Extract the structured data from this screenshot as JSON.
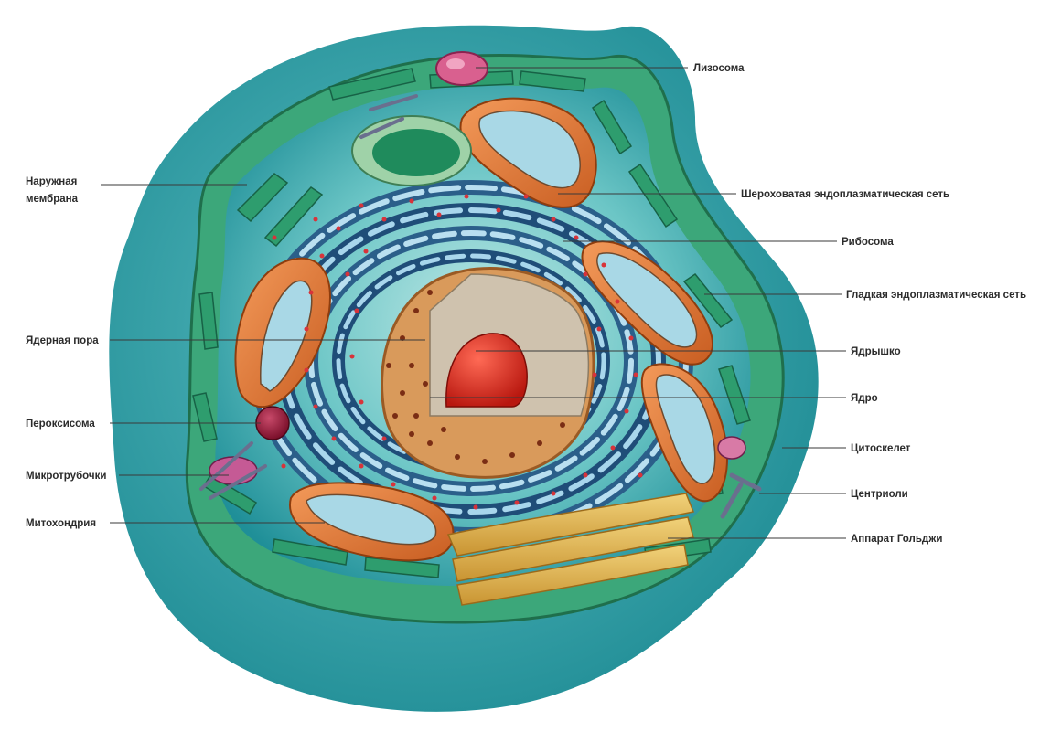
{
  "colors": {
    "cytoplasm": "#2aa6ad",
    "er_green": "#2f9a6b",
    "nucleus_envelope": "#c97d3f",
    "nucleolus": "#d22a22",
    "mitochondria": "#e07a3a",
    "golgi": "#e5b84a",
    "rough_er": "#2f6f98"
  },
  "labels": {
    "lysosome": "Лизосома",
    "outer_membrane": [
      "Наружная",
      "мембрана"
    ],
    "rough_er": "Шероховатая эндоплазматическая сеть",
    "ribosome": "Рибосома",
    "smooth_er": "Гладкая эндоплазматическая сеть",
    "nuclear_pore": "Ядерная пора",
    "nucleolus": "Ядрышко",
    "nucleus": "Ядро",
    "peroxisome": "Пероксисома",
    "cytoskeleton": "Цитоскелет",
    "microtubules": "Микротрубочки",
    "centrioles": "Центриоли",
    "mitochondrion": "Митохондрия",
    "golgi": "Аппарат Гольджи"
  }
}
